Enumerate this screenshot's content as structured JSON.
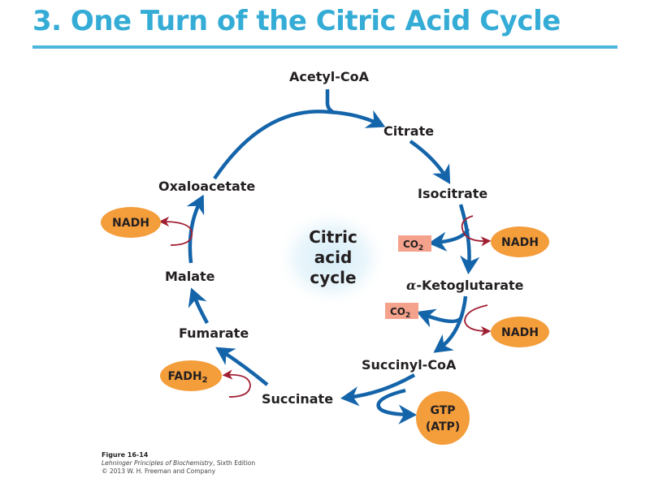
{
  "slide": {
    "title": "3. One Turn of the Citric Acid Cycle"
  },
  "colors": {
    "title": "#34ACD6",
    "cycle_arrow": "#1464AA",
    "side_arrow": "#A01E32",
    "oval": "#F49D3B",
    "co2_box": "#F4A28C"
  },
  "diagram": {
    "center_label": [
      "Citric",
      "acid",
      "cycle"
    ],
    "input": "Acetyl-CoA",
    "intermediates": {
      "citrate": "Citrate",
      "isocitrate": "Isocitrate",
      "alpha_ketoglutarate_prefix": "α",
      "alpha_ketoglutarate": "-Ketoglutarate",
      "succinyl_coa": "Succinyl-CoA",
      "succinate": "Succinate",
      "fumarate": "Fumarate",
      "malate": "Malate",
      "oxaloacetate": "Oxaloacetate"
    },
    "products": {
      "co2_1": {
        "main": "CO",
        "sub": "2"
      },
      "co2_2": {
        "main": "CO",
        "sub": "2"
      },
      "nadh_1": "NADH",
      "nadh_2": "NADH",
      "nadh_3": "NADH",
      "fadh2": {
        "main": "FADH",
        "sub": "2"
      },
      "gtp": "GTP",
      "atp": "(ATP)"
    }
  },
  "caption": {
    "figure": "Figure 16-14",
    "book": "Lehninger Principles of Biochemistry",
    "edition": ", Sixth Edition",
    "copyright": "© 2013 W. H. Freeman and Company"
  }
}
